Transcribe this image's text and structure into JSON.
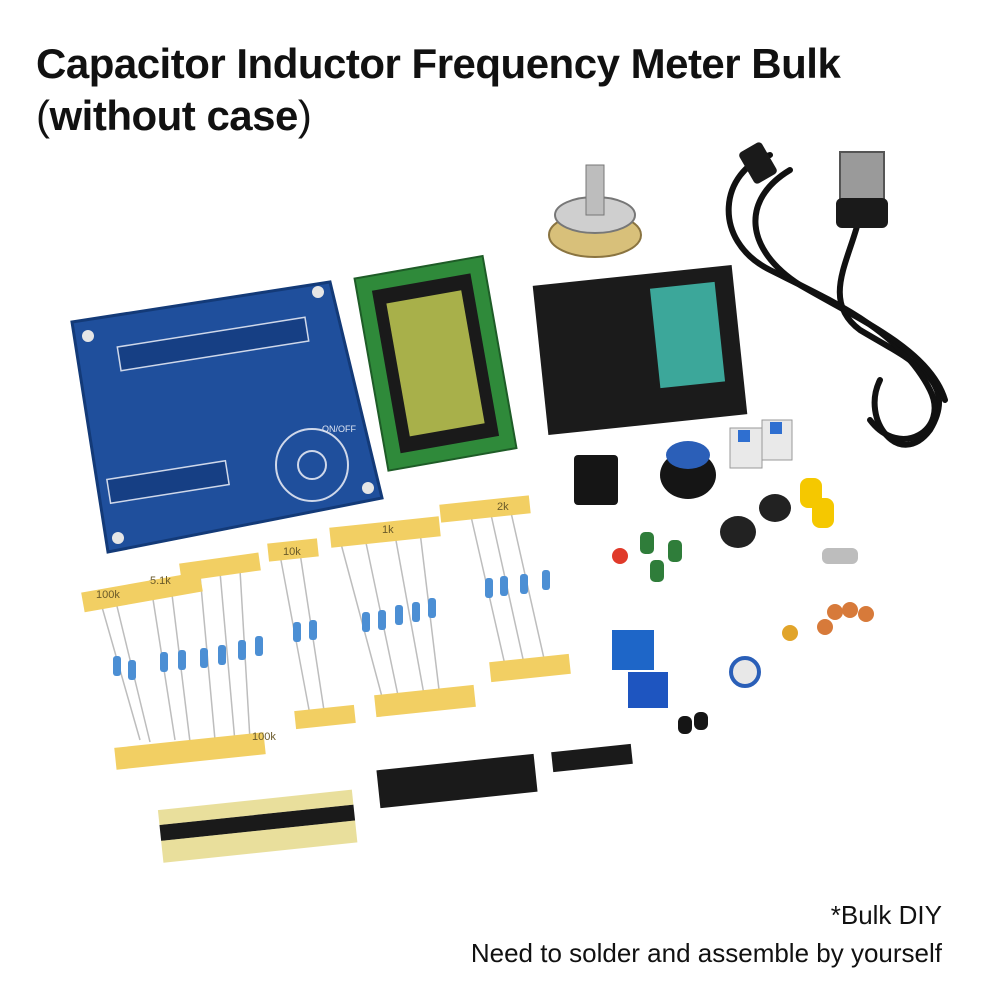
{
  "header": {
    "title_line1": "Capacitor Inductor Frequency Meter Bulk",
    "title_line2_open": "(",
    "title_line2_bold": "without case",
    "title_line2_close": ")"
  },
  "pcb": {
    "label_onoff": "ON/OFF"
  },
  "resistor_tags": [
    "100k",
    "5.1k",
    "10k",
    "1k",
    "2k",
    "100k"
  ],
  "footer": {
    "note_line1": "*Bulk DIY",
    "note_line2": "Need to solder and assemble by yourself"
  },
  "colors": {
    "pcb_blue": "#1f4f9c",
    "lcd_green": "#a8b04a",
    "tape_yellow": "#f2cf63",
    "cable_black": "#111111"
  }
}
